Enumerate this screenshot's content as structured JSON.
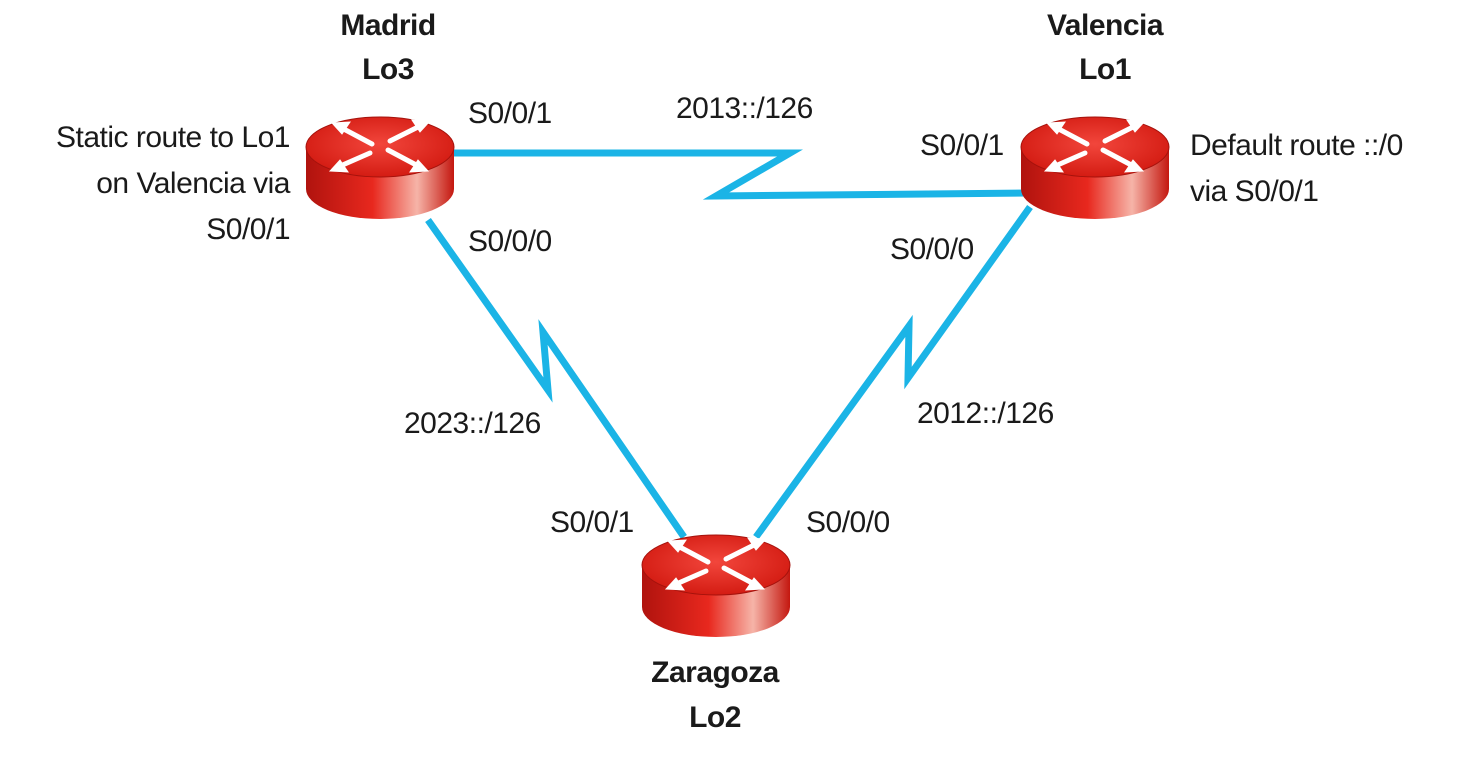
{
  "routers": {
    "madrid": {
      "name": "Madrid",
      "loopback": "Lo3"
    },
    "valencia": {
      "name": "Valencia",
      "loopback": "Lo1"
    },
    "zaragoza": {
      "name": "Zaragoza",
      "loopback": "Lo2"
    }
  },
  "interfaces": {
    "madrid_top": "S0/0/1",
    "madrid_bottom": "S0/0/0",
    "valencia_left": "S0/0/1",
    "valencia_bottom": "S0/0/0",
    "zaragoza_left": "S0/0/1",
    "zaragoza_right": "S0/0/0"
  },
  "networks": {
    "madrid_valencia": "2013::/126",
    "madrid_zaragoza": "2023::/126",
    "valencia_zaragoza": "2012::/126"
  },
  "notes": {
    "madrid": [
      "Static route to Lo1",
      "on Valencia via",
      "S0/0/1"
    ],
    "valencia": [
      "Default route ::/0",
      "via S0/0/1"
    ]
  },
  "colors": {
    "link": "#1bb4e6",
    "router_red": "#e3231b",
    "router_dark": "#b3140f",
    "arrow": "#ffffff"
  }
}
